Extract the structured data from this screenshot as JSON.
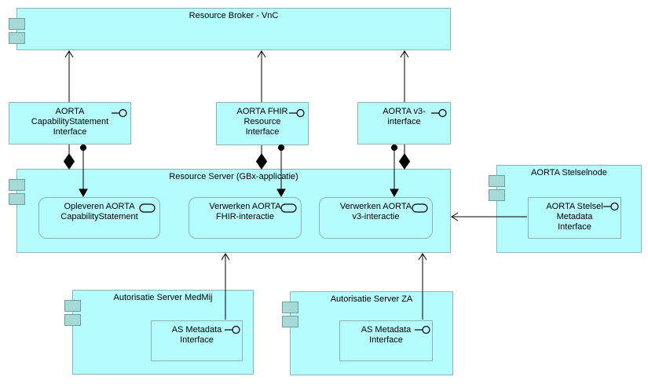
{
  "colors": {
    "node_fill": "#b5fcff",
    "node_border": "#8ab3b5",
    "icon_fill": "#a5d9d6",
    "icon_border": "#6d9fa0",
    "connector": "#000000",
    "text": "#000000",
    "background": "#ffffff"
  },
  "nodes": {
    "resource_broker": {
      "label": "Resource Broker - VnC",
      "type": "application-component"
    },
    "cap_interface": {
      "label": "AORTA\nCapabilityStatement\nInterface",
      "type": "application-interface"
    },
    "fhir_interface": {
      "label": "AORTA FHIR\nResource\nInterface",
      "type": "application-interface"
    },
    "v3_interface": {
      "label": "AORTA v3-\ninterface",
      "type": "application-interface"
    },
    "resource_server": {
      "label": "Resource Server (GBx-applicatie)",
      "type": "application-component"
    },
    "svc_opleveren_cap": {
      "label": "Opleveren AORTA\nCapabilityStatement",
      "type": "application-service"
    },
    "svc_verwerken_fhir": {
      "label": "Verwerken AORTA\nFHIR-interactie",
      "type": "application-service"
    },
    "svc_verwerken_v3": {
      "label": "Verwerken AORTA\nv3-interactie",
      "type": "application-service"
    },
    "stelselnode": {
      "label": "AORTA Stelselnode",
      "type": "application-component"
    },
    "stelsel_metadata_interface": {
      "label": "AORTA Stelsel\nMetadata\nInterface",
      "type": "application-interface"
    },
    "as_medmij": {
      "label": "Autorisatie Server MedMij",
      "type": "application-component"
    },
    "as_medmij_interface": {
      "label": "AS Metadata\nInterface",
      "type": "application-interface"
    },
    "as_za": {
      "label": "Autorisatie Server ZA",
      "type": "application-component"
    },
    "as_za_interface": {
      "label": "AS Metadata\nInterface",
      "type": "application-interface"
    }
  },
  "connections": [
    {
      "type": "serving",
      "from": "AORTA CapabilityStatement Interface",
      "to": "Resource Broker - VnC"
    },
    {
      "type": "serving",
      "from": "AORTA FHIR Resource Interface",
      "to": "Resource Broker - VnC"
    },
    {
      "type": "serving",
      "from": "AORTA v3-interface",
      "to": "Resource Broker - VnC"
    },
    {
      "type": "composition",
      "from": "Resource Server (GBx-applicatie)",
      "to": "AORTA CapabilityStatement Interface"
    },
    {
      "type": "composition",
      "from": "Resource Server (GBx-applicatie)",
      "to": "AORTA FHIR Resource Interface"
    },
    {
      "type": "composition",
      "from": "Resource Server (GBx-applicatie)",
      "to": "AORTA v3-interface"
    },
    {
      "type": "assignment",
      "from": "AORTA CapabilityStatement Interface",
      "to": "Opleveren AORTA CapabilityStatement"
    },
    {
      "type": "assignment",
      "from": "AORTA FHIR Resource Interface",
      "to": "Verwerken AORTA FHIR-interactie"
    },
    {
      "type": "assignment",
      "from": "AORTA v3-interface",
      "to": "Verwerken AORTA v3-interactie"
    },
    {
      "type": "serving",
      "from": "AORTA Stelsel Metadata Interface",
      "to": "Resource Server (GBx-applicatie)"
    },
    {
      "type": "serving",
      "from": "AS Metadata Interface (Autorisatie Server MedMij)",
      "to": "Resource Server (GBx-applicatie)"
    },
    {
      "type": "serving",
      "from": "AS Metadata Interface (Autorisatie Server ZA)",
      "to": "Resource Server (GBx-applicatie)"
    }
  ]
}
